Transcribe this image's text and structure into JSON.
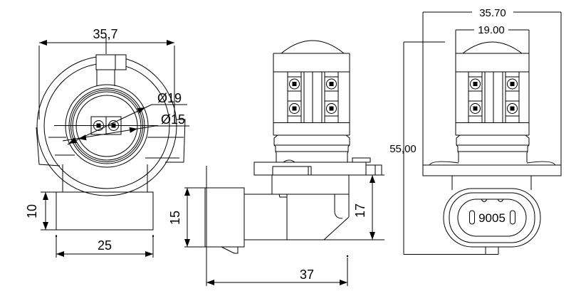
{
  "front_view": {
    "dim_overall_width": "35,7",
    "dim_lens_diameter": "Ø19",
    "dim_reflector_diameter": "Ø15",
    "dim_base_height": "10",
    "dim_base_width": "25"
  },
  "side_view": {
    "dim_connector_height": "15",
    "dim_socket_height": "17",
    "dim_overall_length": "37"
  },
  "rear_view": {
    "dim_flange_width": "35.70",
    "dim_body_width": "19.00",
    "dim_overall_height": "55,00",
    "socket_type_label": "9005"
  },
  "style": {
    "line_color": "#000000",
    "background_color": "#ffffff"
  }
}
